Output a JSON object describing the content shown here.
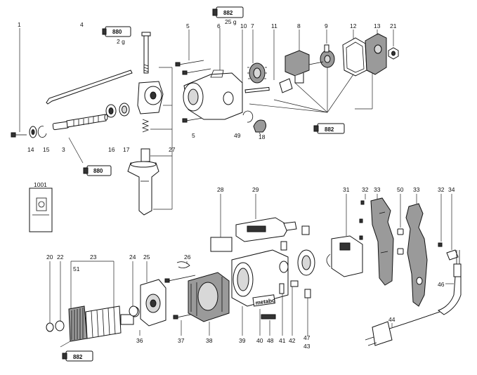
{
  "part_numbers": {
    "p1": "1",
    "p4": "4",
    "p5a": "5",
    "p6": "6",
    "p25g": "25 g",
    "p10": "10",
    "p7": "7",
    "p11": "11",
    "p8": "8",
    "p9": "9",
    "p12": "12",
    "p13": "13",
    "p21": "21",
    "p14": "14",
    "p15": "15",
    "p3": "3",
    "p16": "16",
    "p17": "17",
    "p27": "27",
    "p5b": "5",
    "p49": "49",
    "p18": "18",
    "p2g": "2 g",
    "p1001": "1001",
    "p28": "28",
    "p29": "29",
    "p31": "31",
    "p32a": "32",
    "p33a": "33",
    "p50": "50",
    "p33b": "33",
    "p32b": "32",
    "p34": "34",
    "p20": "20",
    "p22": "22",
    "p23": "23",
    "p24": "24",
    "p25": "25",
    "p26": "26",
    "p51": "51",
    "p46": "46",
    "p44": "44",
    "p36": "36",
    "p37": "37",
    "p38": "38",
    "p39": "39",
    "p40": "40",
    "p48": "48",
    "p41": "41",
    "p42": "42",
    "p47": "47",
    "p43": "43"
  },
  "grease_tubes": {
    "t1": "880",
    "t2": "882",
    "t3": "882",
    "t4": "880",
    "t5": "882"
  },
  "brand_label": "metabo"
}
